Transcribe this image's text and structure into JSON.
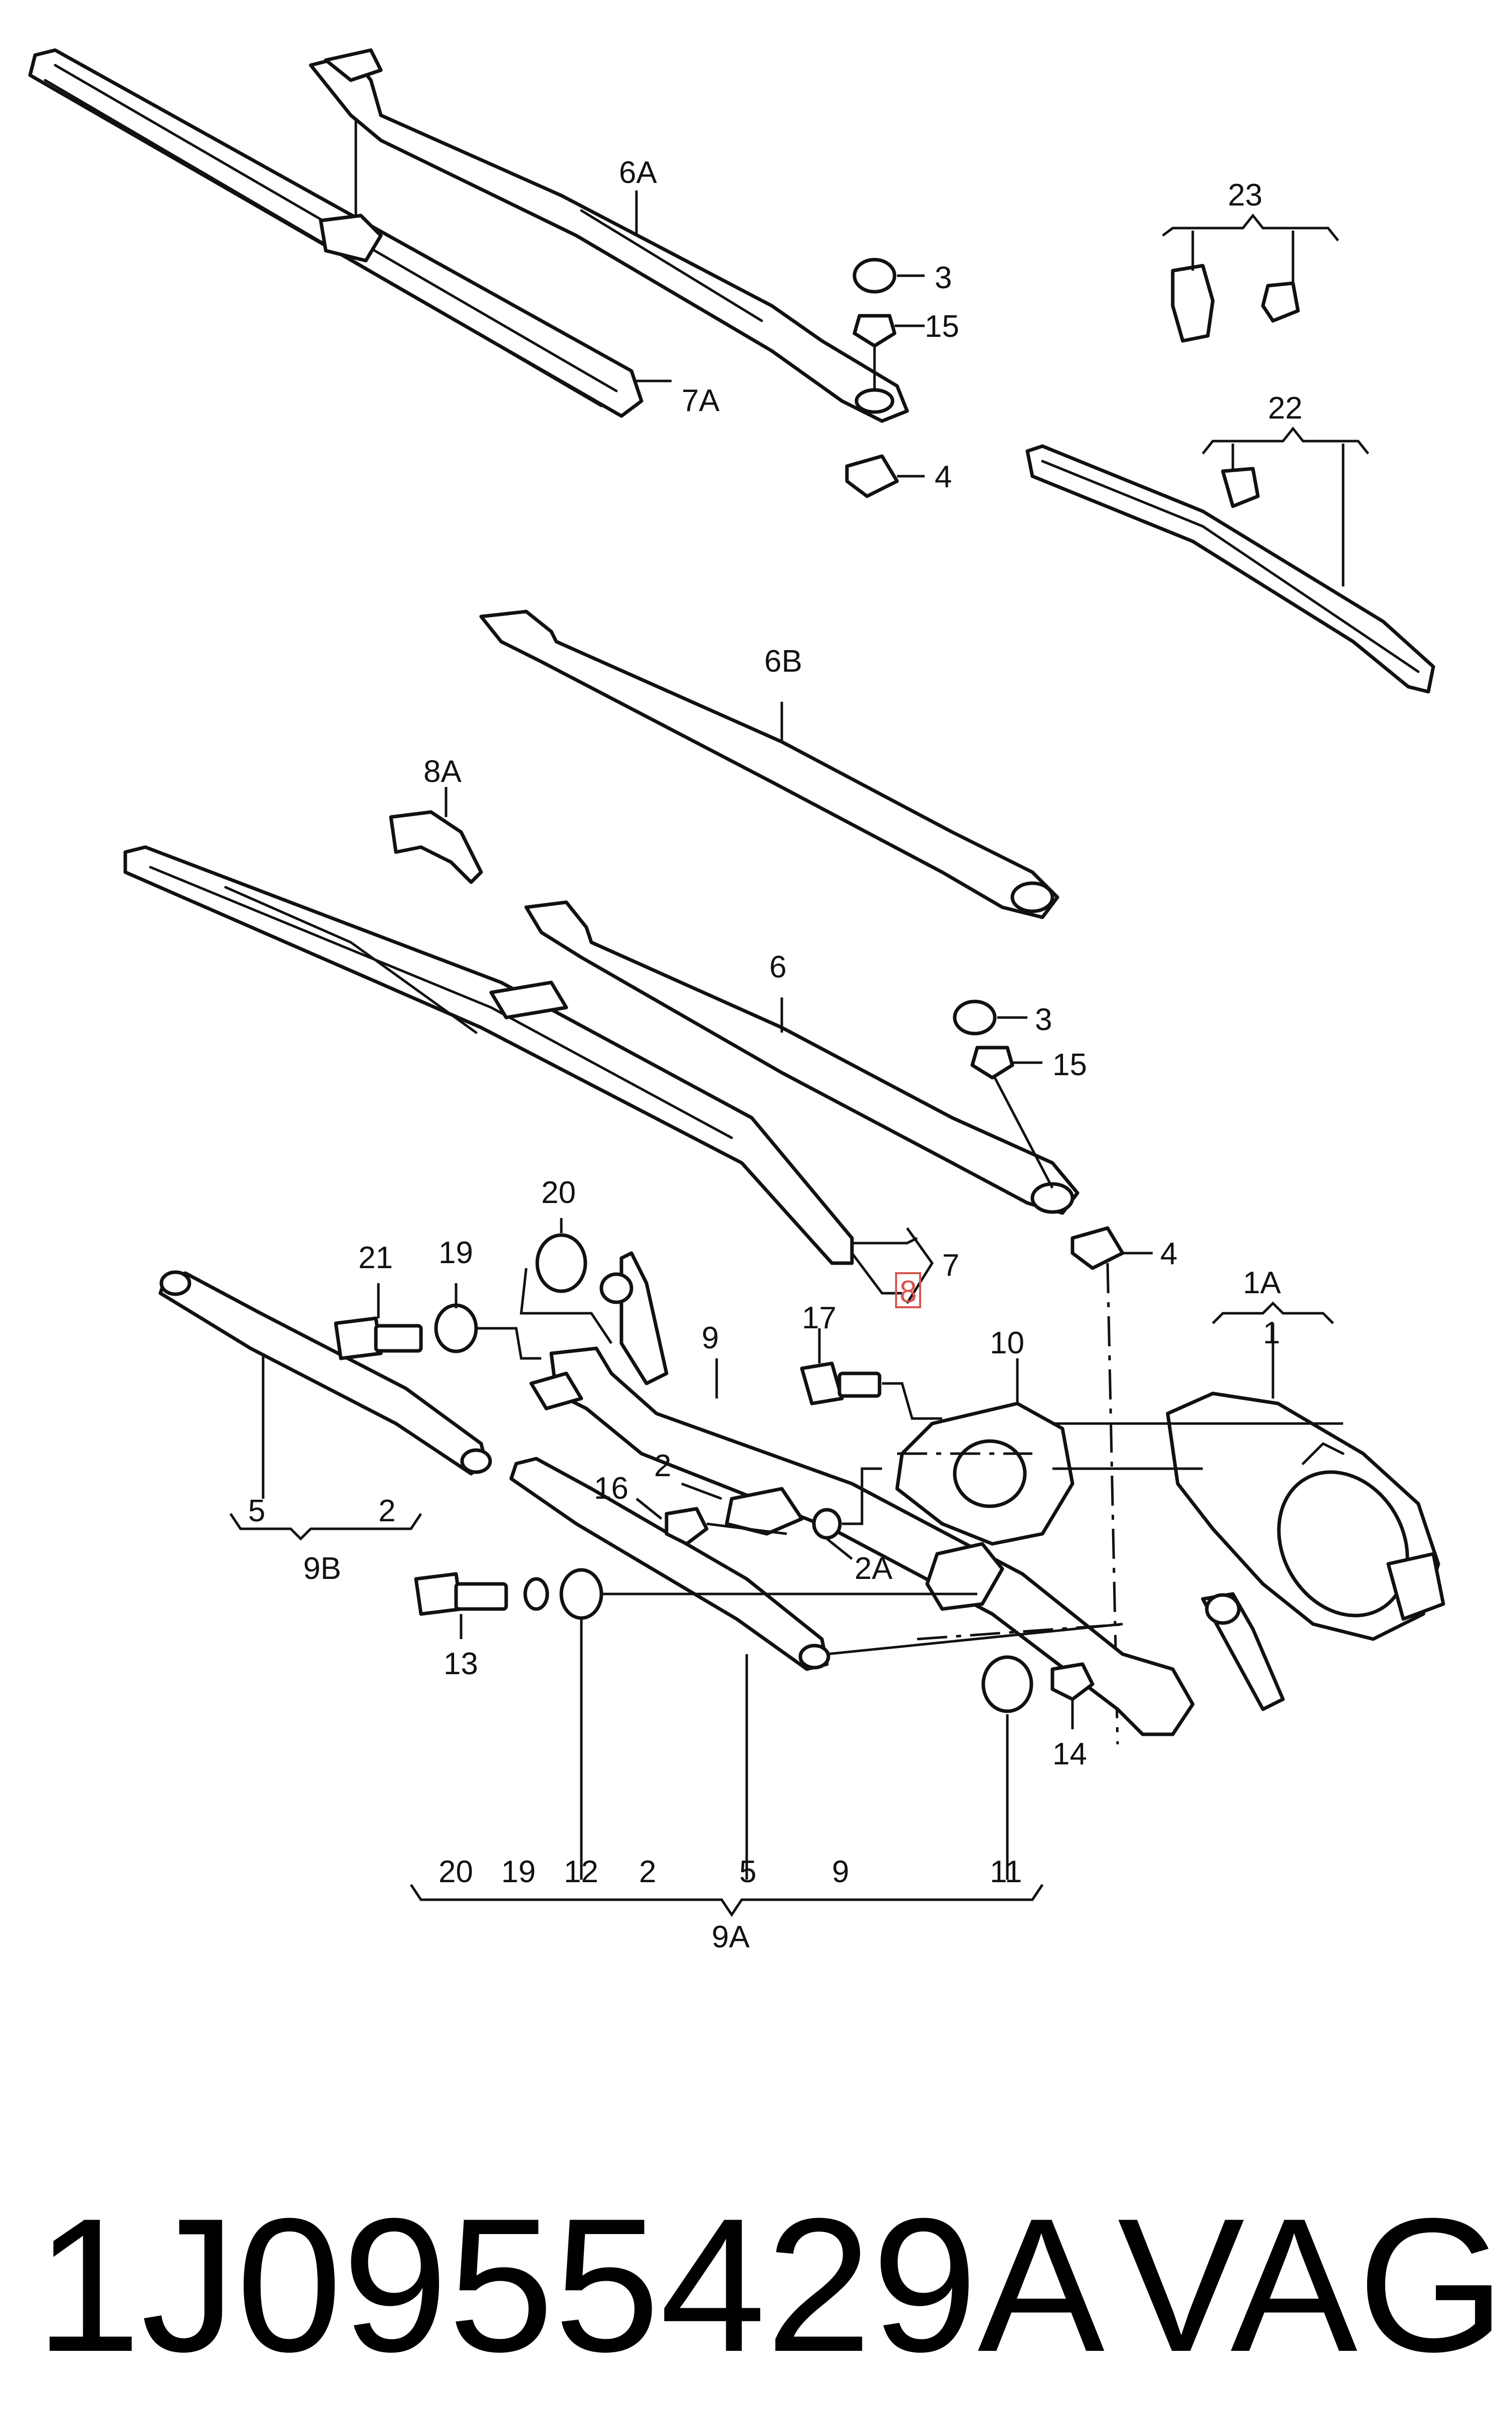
{
  "part_labels": {
    "l1": "1",
    "l1A": "1A",
    "l2": "2",
    "l2A": "2A",
    "l2b": "2",
    "l2c": "2",
    "l3a": "3",
    "l3b": "3",
    "l4a": "4",
    "l4b": "4",
    "l5": "5",
    "l5b": "5",
    "l6": "6",
    "l6A": "6A",
    "l6B": "6B",
    "l7": "7",
    "l7A": "7A",
    "l8": "8",
    "l8A": "8A",
    "l9": "9",
    "l9b": "9",
    "l9A": "9A",
    "l9B": "9B",
    "l10": "10",
    "l11": "11",
    "l12": "12",
    "l13": "13",
    "l14": "14",
    "l15a": "15",
    "l15b": "15",
    "l16": "16",
    "l17": "17",
    "l19": "19",
    "l19b": "19",
    "l20": "20",
    "l20b": "20",
    "l21": "21",
    "l22": "22",
    "l23": "23"
  },
  "highlighted_label": "8",
  "highlight_color": "#d9534f",
  "footer": {
    "part_number": "1J0955429A",
    "brand": "VAG"
  }
}
